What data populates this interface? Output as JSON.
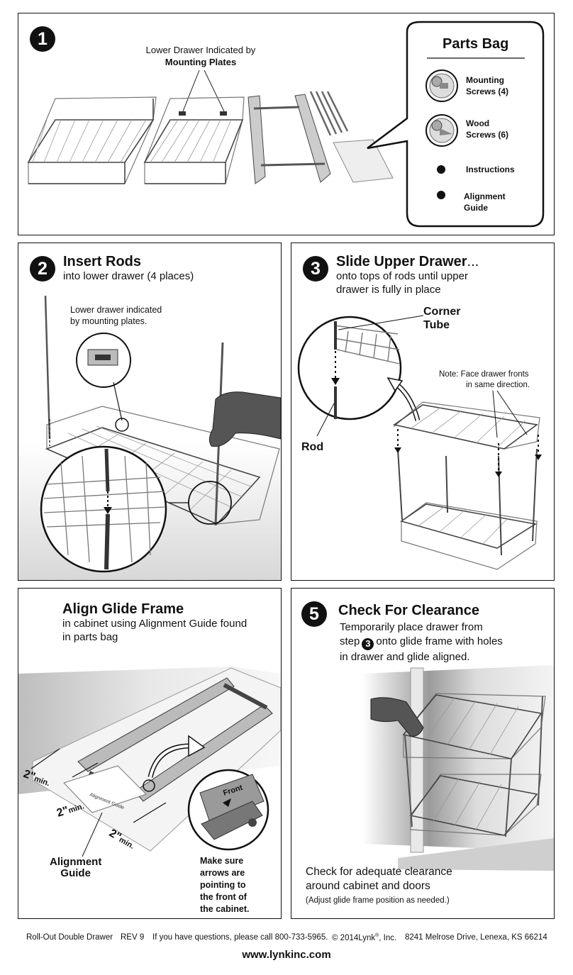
{
  "panel1": {
    "step": "1",
    "callout_line1": "Lower Drawer Indicated by",
    "callout_line2": "Mounting Plates",
    "parts_bag": {
      "title": "Parts Bag",
      "items": [
        {
          "line1": "Mounting",
          "line2": "Screws (4)"
        },
        {
          "line1": "Wood",
          "line2": "Screws (6)"
        },
        {
          "line1": "Instructions",
          "line2": ""
        },
        {
          "line1": "Alignment",
          "line2": "Guide"
        }
      ]
    }
  },
  "panel2": {
    "step": "2",
    "title": "Insert Rods",
    "subtitle": "into lower drawer (4 places)",
    "note_line1": "Lower drawer indicated",
    "note_line2": "by mounting plates."
  },
  "panel3": {
    "step": "3",
    "title": "Slide Upper Drawer",
    "title_suffix": "...",
    "subtitle_line1": "onto tops of rods until upper",
    "subtitle_line2": "drawer is fully in place",
    "corner_line1": "Corner",
    "corner_line2": "Tube",
    "rod_label": "Rod",
    "note_line1": "Note:  Face drawer fronts",
    "note_line2": "in same direction."
  },
  "panel4": {
    "title": "Align Glide Frame",
    "subtitle_line1": "in cabinet using Alignment Guide found",
    "subtitle_line2": "in parts bag",
    "dim1": "2\"",
    "dim2": "2\"",
    "dim3": "2\"",
    "dim_unit": "min.",
    "guide_print": "Alignment Guide",
    "guide_line1": "Alignment",
    "guide_line2": "Guide",
    "front_label": "Front",
    "make_sure": [
      "Make sure",
      "arrows are",
      "pointing to",
      "the front of",
      "the cabinet."
    ]
  },
  "panel5": {
    "step": "5",
    "title": "Check For Clearance",
    "subtitle_line1": "Temporarily place drawer from",
    "subtitle_pre": "step",
    "subtitle_step": "3",
    "subtitle_post": "onto glide frame with holes",
    "subtitle_line3": "in drawer and glide aligned.",
    "check_line1": "Check for adequate clearance",
    "check_line2": "around cabinet and doors",
    "adjust": "(Adjust glide frame position as needed.)"
  },
  "footer": {
    "product": "Roll-Out Double Drawer",
    "rev": "REV 9",
    "questions": "If you have questions, please call 800-733-5965.",
    "copyright": "© 2014Lynk",
    "reg": "®",
    "inc": ", Inc.",
    "address": "8241 Melrose Drive, Lenexa, KS 66214",
    "website": "www.lynkinc.com"
  }
}
